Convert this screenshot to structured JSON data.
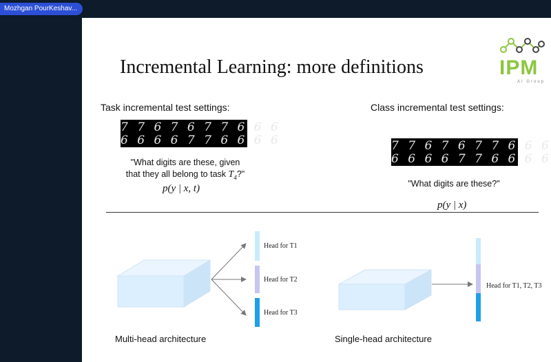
{
  "participant": {
    "name": "Mozhgan PourKeshav..."
  },
  "slide": {
    "title": "Incremental Learning: more definitions",
    "logo": {
      "text": "IPM",
      "subtext": "AI Group",
      "icon": "network-molecule-icon",
      "color": "#8cc63f"
    },
    "task": {
      "heading": "Task incremental test settings:",
      "digit_rows": [
        "7 7 6 7 6 7 7 6 6 6",
        "6 6 6 6 7 7 6 6 6 6"
      ],
      "quote_line1": "\"What digits are these, given",
      "quote_line2_prefix": "that they all belong to task ",
      "quote_task": "T",
      "quote_task_sub": "4",
      "quote_line2_suffix": "?\"",
      "formula": "p(y | x, t)"
    },
    "class": {
      "heading": "Class incremental test settings:",
      "digit_rows": [
        "7 7 6 7 6 7 7 6 6 6",
        "6 6 6 6 7 7 6 6 6 6"
      ],
      "quote": "\"What digits are these?\"",
      "formula": "p(y | x)"
    },
    "multihead": {
      "caption": "Multi-head architecture",
      "heads": [
        "Head for T1",
        "Head for T2",
        "Head for T3"
      ],
      "colors": [
        "#c9ecfb",
        "#c6c6f0",
        "#1ea0e6"
      ]
    },
    "singlehead": {
      "caption": "Single-head architecture",
      "head_label": "Head for T1, T2, T3",
      "colors": [
        "#c9ecfb",
        "#c6c6f0",
        "#1ea0e6"
      ]
    }
  }
}
